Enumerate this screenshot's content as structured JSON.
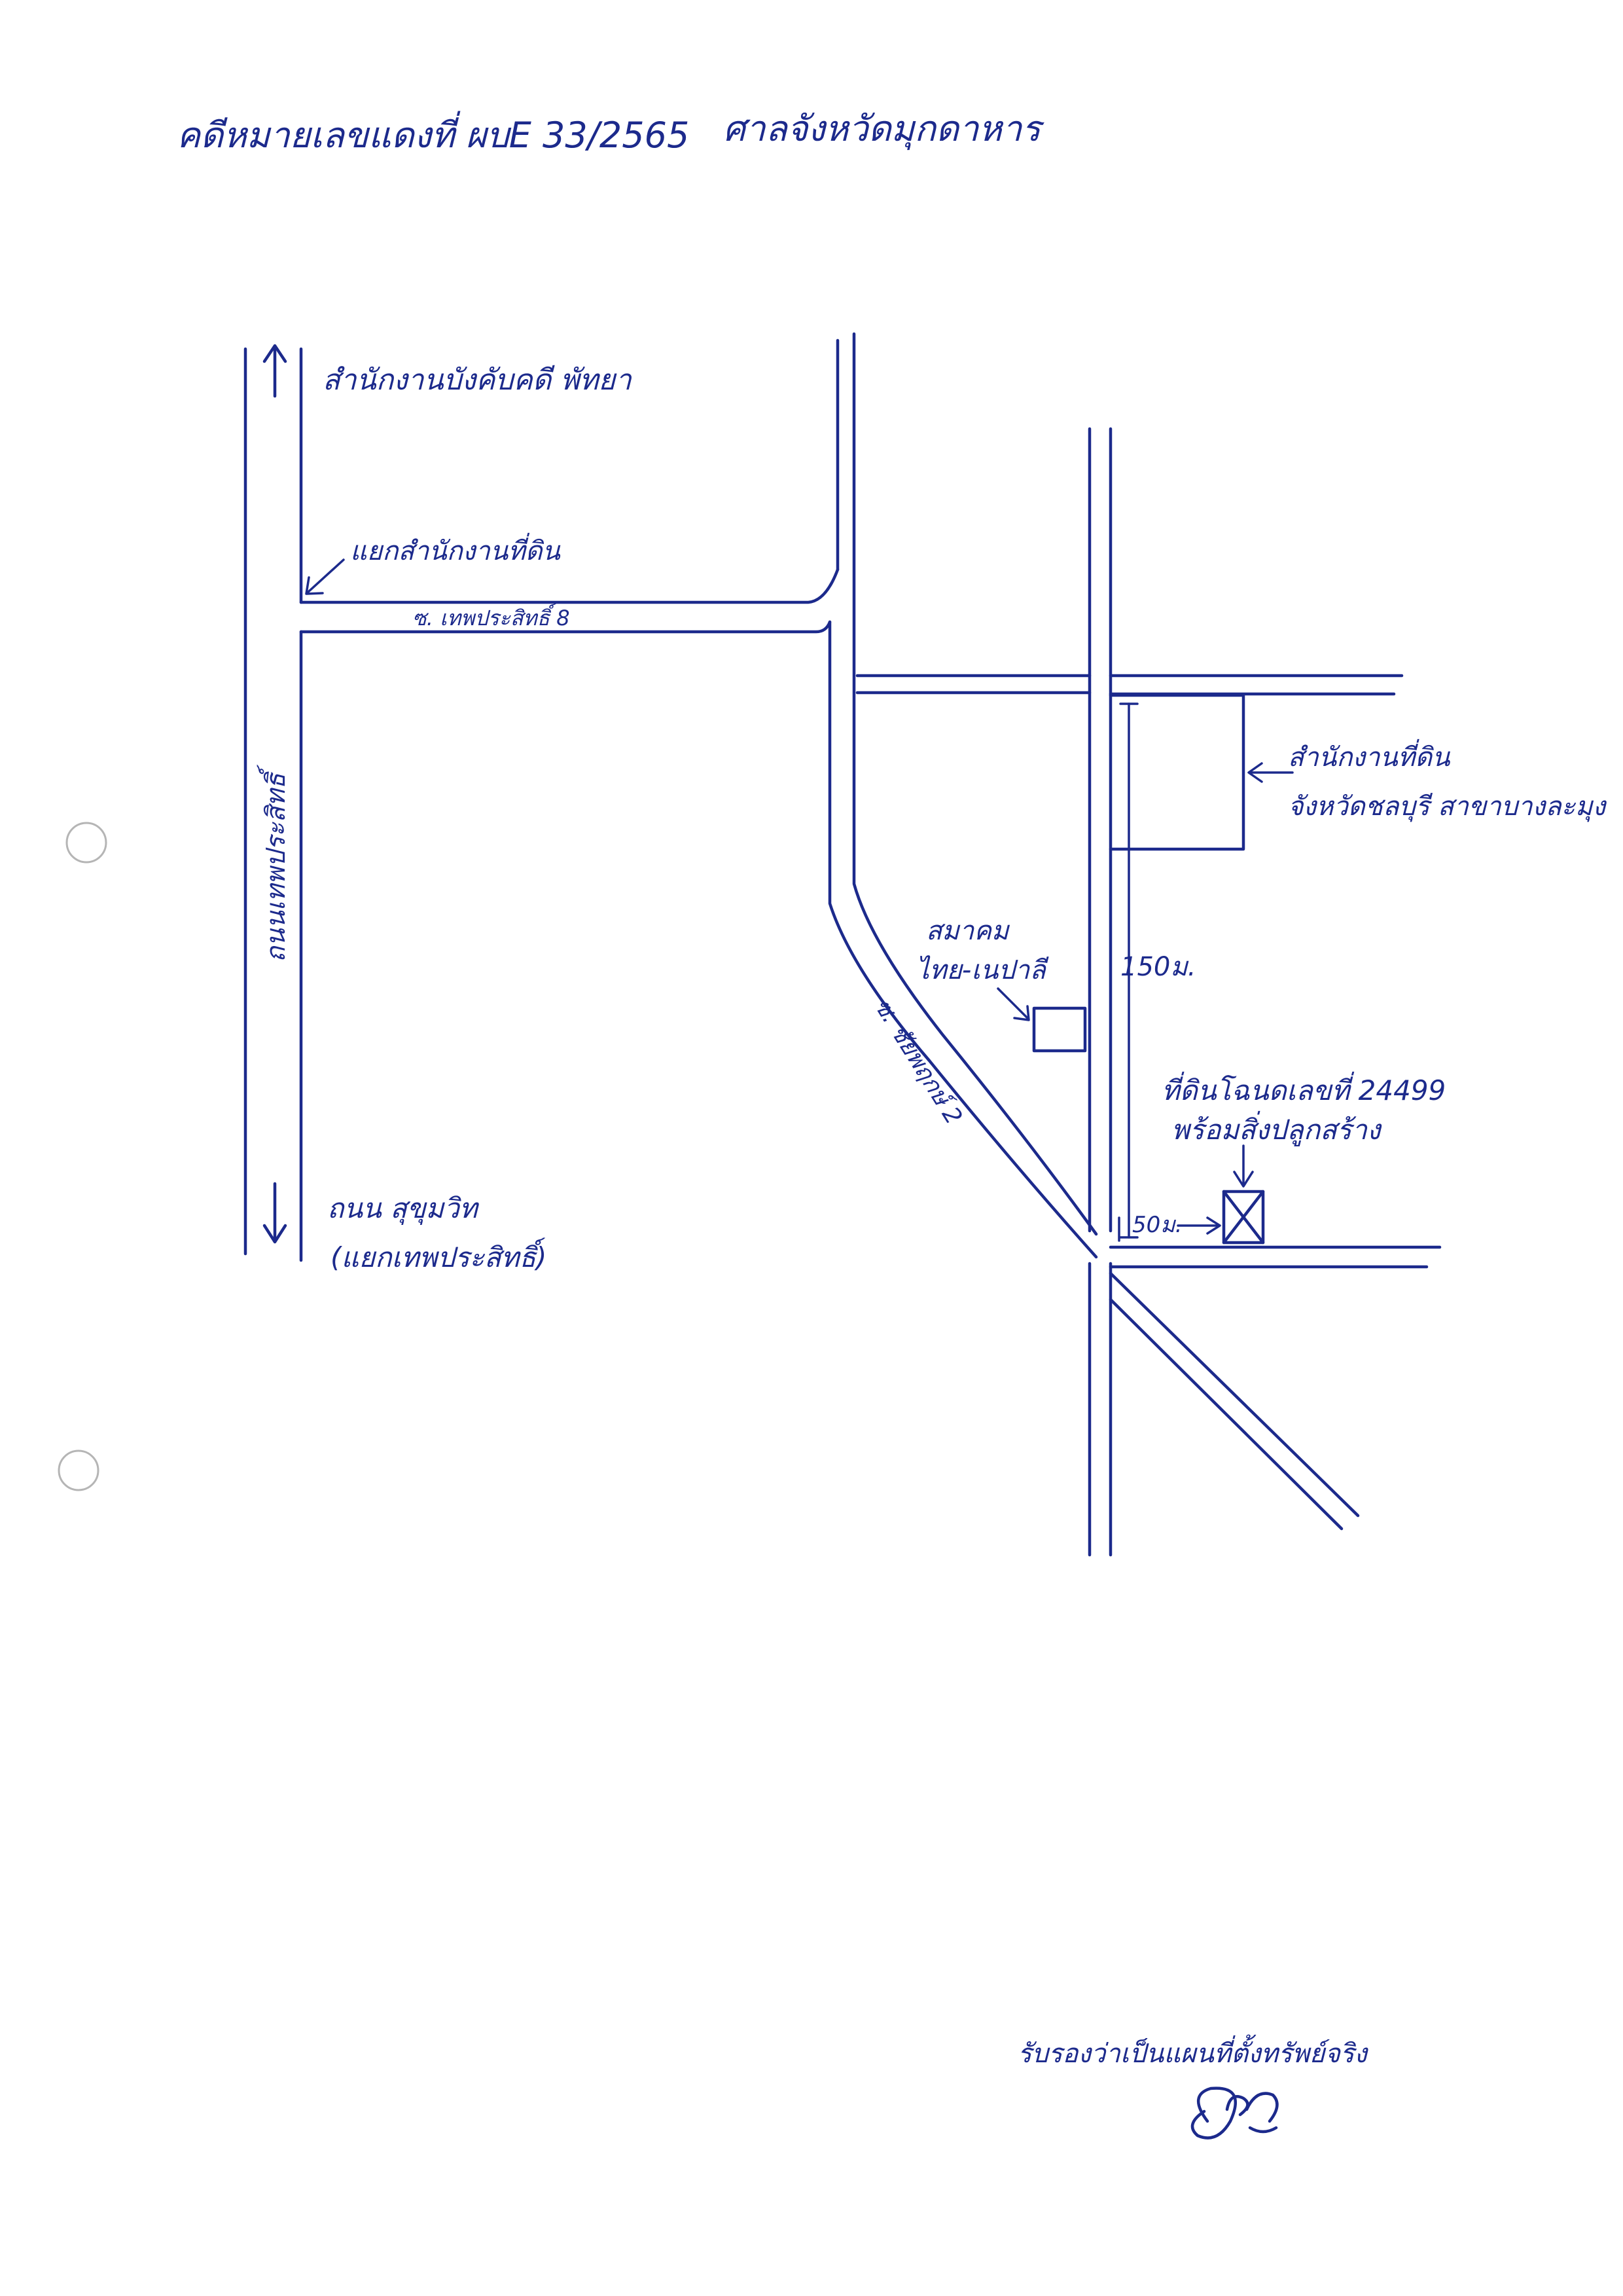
{
  "header": {
    "case_title": "คดีหมายเลขแดงที่ ผบE 33/2565",
    "court_name": "ศาลจังหวัดมุกดาหาร"
  },
  "labels": {
    "pattaya_office": "สำนักงานบังคับคดี พัทยา",
    "land_office_junction": "แยกสำนักงานที่ดิน",
    "soi_thepprasit_8": "ซ. เทพประสิทธิ์ 8",
    "thepprasit_road": "ถนนเทพประสิทธิ์",
    "sukhumvit_road": "ถนน สุขุมวิท",
    "thepprasit_junction": "(แยกเทพประสิทธิ์)",
    "land_office_line1": "สำนักงานที่ดิน",
    "land_office_line2": "จังหวัดชลบุรี สาขาบางละมุง",
    "thai_nepal_line1": "สมาคม",
    "thai_nepal_line2": "ไทย-เนปาลี",
    "distance_150": "150ม.",
    "distance_50": "50ม.",
    "soi_chaiyapruek": "ซ. ชัยพฤกษ์ 2",
    "property_line1": "ที่ดินโฉนดเลขที่ 24499",
    "property_line2": "พร้อมสิ่งปลูกสร้าง",
    "certification": "รับรองว่าเป็นแผนที่ตั้งทรัพย์จริง"
  },
  "map": {
    "ink_color": "#1c2a8c",
    "arrow_up_icon": "arrow-up",
    "arrow_down_icon": "arrow-down",
    "property_marker_icon": "crossed-box"
  }
}
